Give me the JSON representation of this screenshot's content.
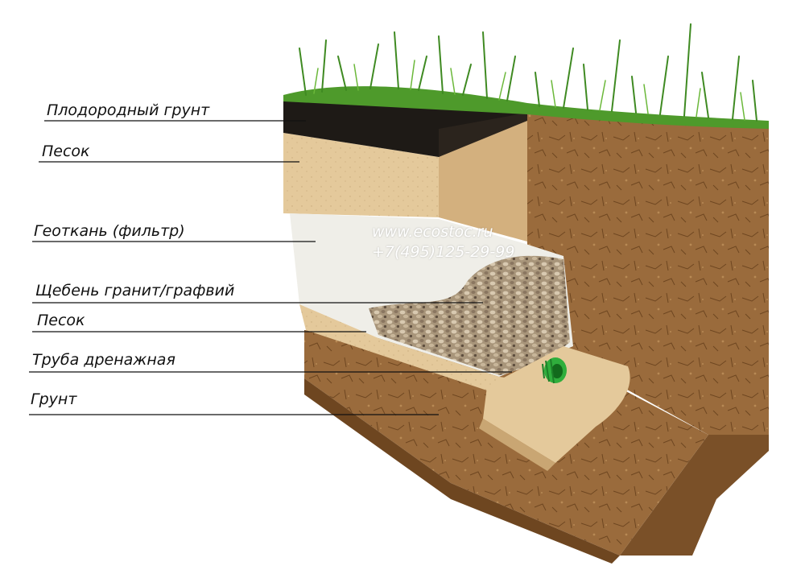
{
  "watermark": {
    "site": "www.ecostoc.ru",
    "phone": "+7(495)125-29-99"
  },
  "layers": [
    {
      "label": "Плодородный грунт"
    },
    {
      "label": "Песок"
    },
    {
      "label": "Геоткань (фильтр)"
    },
    {
      "label": "Щебень гранит/графвий"
    },
    {
      "label": "Песок"
    },
    {
      "label": "Труба дренажная"
    },
    {
      "label": "Грунт"
    }
  ],
  "colors": {
    "topsoil": "#1e1a16",
    "sand": "#e4c99b",
    "sand_shade": "#d3b07e",
    "geotextile": "#efeee8",
    "gravel": "#b8a68c",
    "pipe": "#2fae3c",
    "soil": "#9a6b3c",
    "soil_dark": "#7a5028",
    "grass": "#4e9a2b",
    "leader_line": "#111111"
  }
}
